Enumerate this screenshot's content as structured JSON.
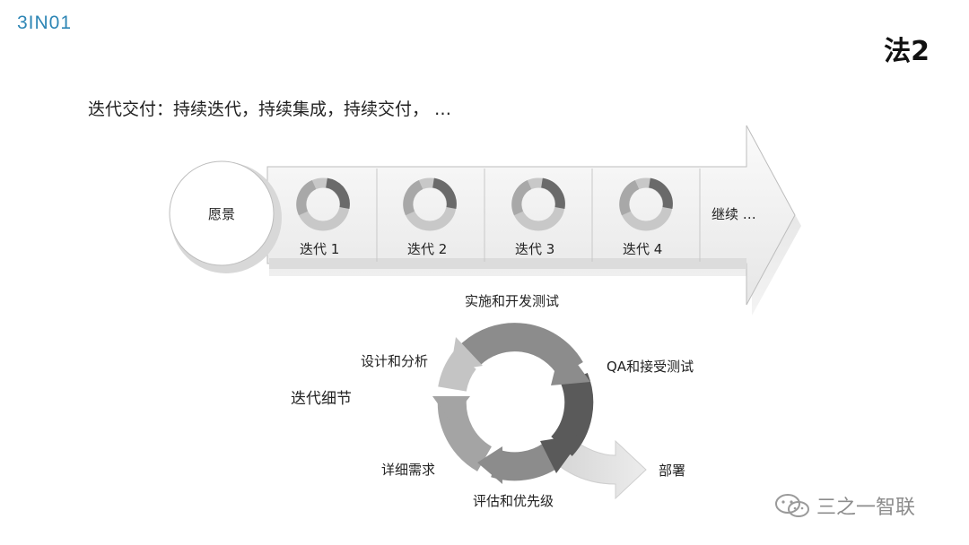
{
  "header": {
    "logo": "3IN01",
    "page_title": "法2"
  },
  "subtitle": "迭代交付：持续迭代，持续集成，持续交付，  …",
  "roadmap": {
    "vision": "愿景",
    "iterations": [
      "迭代 1",
      "迭代 2",
      "迭代 3",
      "迭代 4"
    ],
    "continue": "继续 …"
  },
  "cycle": {
    "title": "迭代细节",
    "steps": [
      "实施和开发测试",
      "QA和接受测试",
      "评估和优先级",
      "详细需求",
      "设计和分析"
    ],
    "exit": "部署"
  },
  "watermark": {
    "icon": "wechat-icon",
    "text": "三之一智联"
  },
  "colors": {
    "logo": "#2e86b5",
    "band_top": "#f4f4f4",
    "band_bottom": "#d8d8d8",
    "cycle_dark": "#5a5a5a",
    "cycle_mid": "#8c8c8c",
    "cycle_light": "#c2c2c2"
  }
}
